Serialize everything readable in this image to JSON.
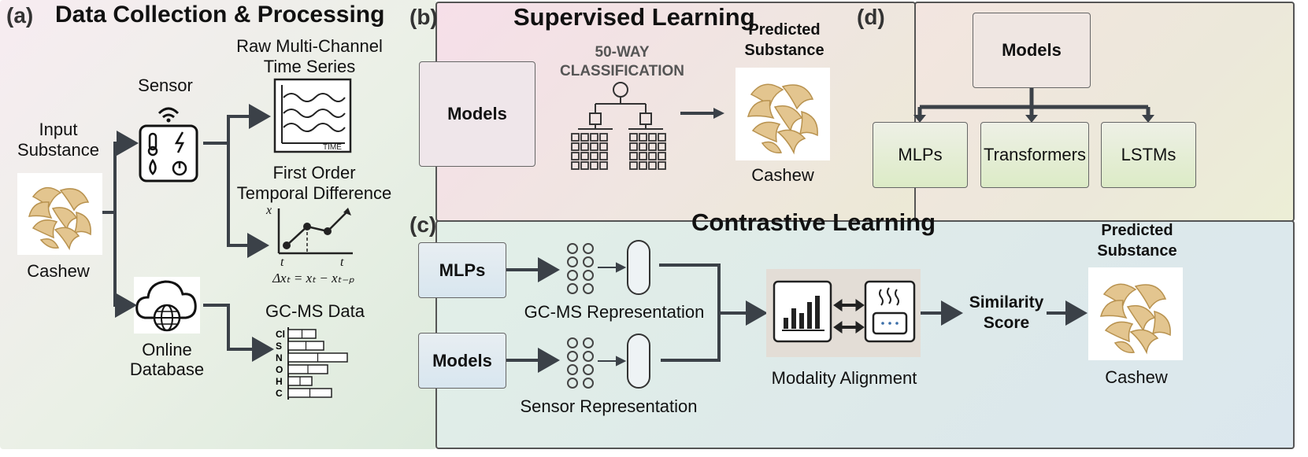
{
  "panel_a": {
    "letter": "(a)",
    "title": "Data Collection & Processing",
    "input_label": "Input\nSubstance",
    "input_name": "Cashew",
    "sensor_label": "Sensor",
    "database_label": "Online\nDatabase",
    "raw_series_label": "Raw Multi-Channel\nTime Series",
    "time_axis": "TIME",
    "diff_label": "First Order\nTemporal Difference",
    "x_axis": "x",
    "t_left": "t",
    "t_right": "t",
    "formula": "Δxₜ = xₜ − xₜ₋ₚ",
    "gcms_label": "GC-MS Data",
    "gcms_elements": [
      "Cl",
      "S",
      "N",
      "O",
      "H",
      "C"
    ],
    "gcms_values": [
      0.35,
      0.45,
      0.75,
      0.5,
      0.3,
      0.55
    ]
  },
  "panel_b": {
    "letter": "(b)",
    "title": "Supervised Learning",
    "models": "Models",
    "classification": "50-WAY\nCLASSIFICATION",
    "predicted": "Predicted\nSubstance",
    "output": "Cashew"
  },
  "panel_d": {
    "letter": "(d)",
    "models": "Models",
    "children": [
      "MLPs",
      "Transformers",
      "LSTMs"
    ]
  },
  "panel_c": {
    "letter": "(c)",
    "title": "Contrastive Learning",
    "mlps": "MLPs",
    "models": "Models",
    "gcms_rep": "GC-MS Representation",
    "sensor_rep": "Sensor Representation",
    "alignment": "Modality Alignment",
    "similarity": "Similarity\nScore",
    "predicted": "Predicted\nSubstance",
    "output": "Cashew"
  },
  "colors": {
    "arrow": "#3b4148",
    "panel_border": "#555555"
  }
}
